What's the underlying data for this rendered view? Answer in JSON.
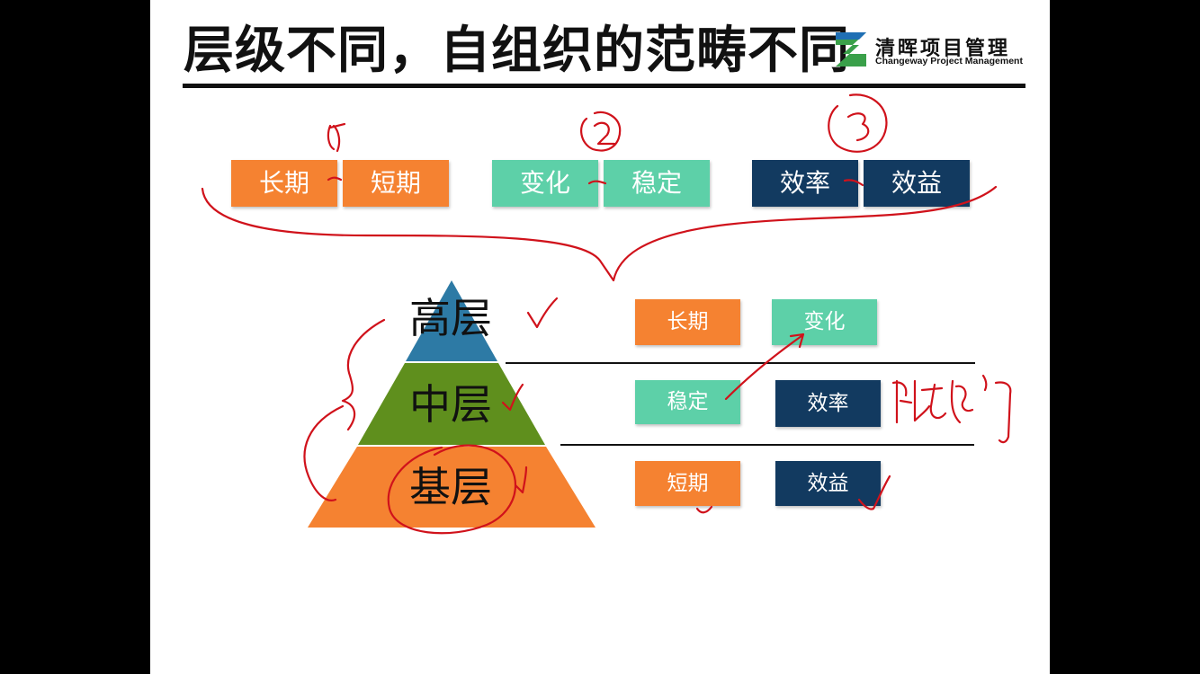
{
  "slide": {
    "title": "层级不同，自组织的范畴不同",
    "logo": {
      "cn": "清晖项目管理",
      "en": "Changeway Project Management"
    }
  },
  "pairs": [
    {
      "left": "长期",
      "right": "短期"
    },
    {
      "left": "变化",
      "right": "稳定"
    },
    {
      "left": "效率",
      "right": "效益"
    }
  ],
  "pyramid": {
    "tiers": [
      "高层",
      "中层",
      "基层"
    ],
    "colors": {
      "top": "#2d7aa5",
      "middle": "#5f8f1d",
      "base": "#f58231"
    }
  },
  "matrix": {
    "high": [
      "长期",
      "变化"
    ],
    "mid": [
      "稳定",
      "效率"
    ],
    "base": [
      "短期",
      "效益"
    ]
  },
  "colors": {
    "orange": "#f58231",
    "teal": "#5dd0a8",
    "navy": "#123a60",
    "ink": "#d0121b"
  }
}
